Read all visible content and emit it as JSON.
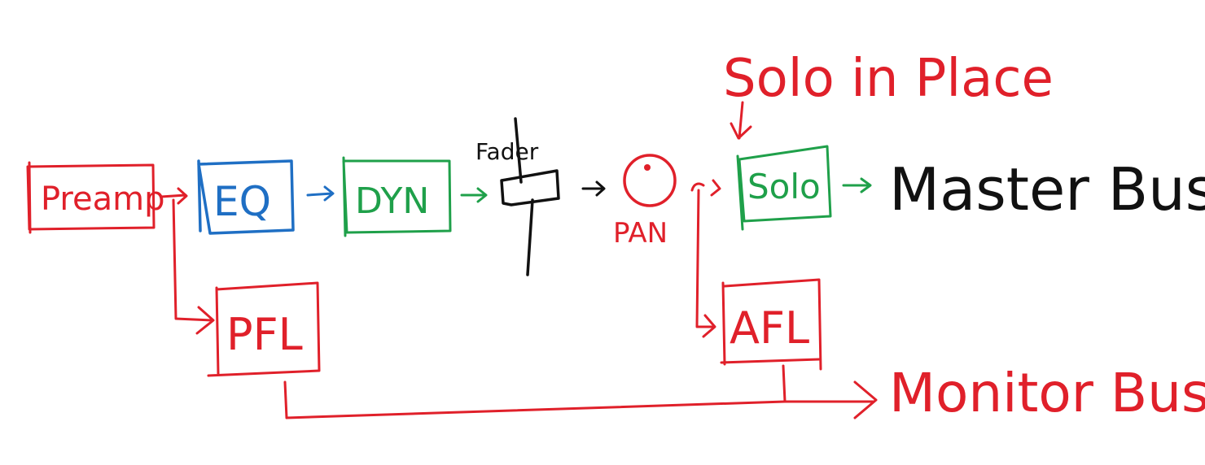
{
  "colors": {
    "red": "#e0202a",
    "blue": "#1f6fc4",
    "green": "#1fa04a",
    "black": "#111111"
  },
  "nodes": {
    "preamp": "Preamp",
    "eq": "EQ",
    "dyn": "DYN",
    "fader": "Fader",
    "pan": "PAN",
    "solo": "Solo",
    "pfl": "PFL",
    "afl": "AFL"
  },
  "labels": {
    "solo_in_place": "Solo in Place",
    "master_bus": "Master Bus",
    "monitor_bus": "Monitor Bus"
  }
}
